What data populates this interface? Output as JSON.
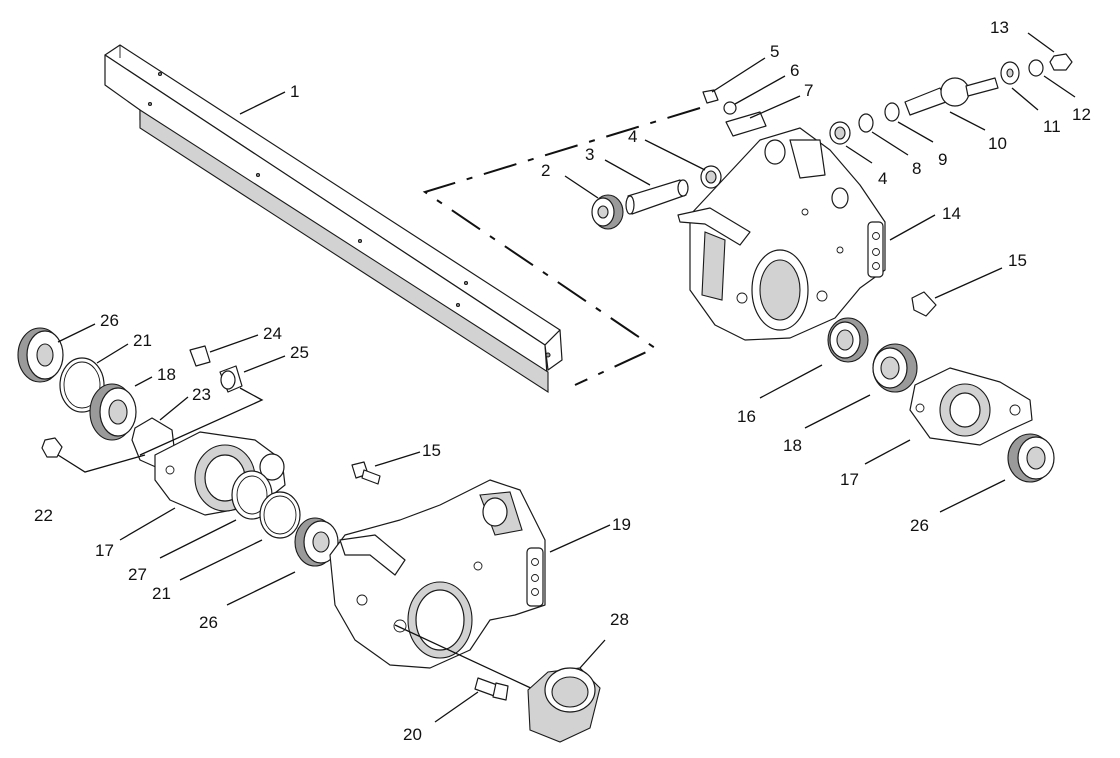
{
  "callouts": {
    "c1": "1",
    "c2": "2",
    "c3": "3",
    "c4a": "4",
    "c4b": "4",
    "c5": "5",
    "c6": "6",
    "c7": "7",
    "c8": "8",
    "c9": "9",
    "c10": "10",
    "c11": "11",
    "c12": "12",
    "c13": "13",
    "c14": "14",
    "c15a": "15",
    "c15b": "15",
    "c16": "16",
    "c17a": "17",
    "c17b": "17",
    "c18a": "18",
    "c18b": "18",
    "c19": "19",
    "c20": "20",
    "c21a": "21",
    "c21b": "21",
    "c22": "22",
    "c23": "23",
    "c24": "24",
    "c25": "25",
    "c26a": "26",
    "c26b": "26",
    "c26c": "26",
    "c27": "27",
    "c28": "28"
  }
}
